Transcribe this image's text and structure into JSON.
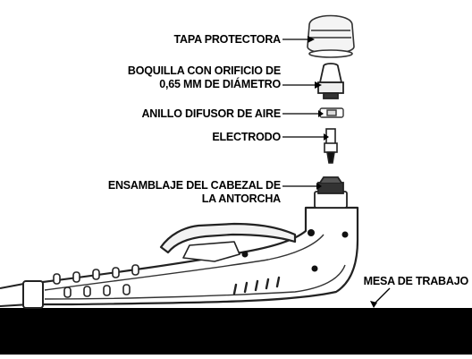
{
  "labels": {
    "cap": "TAPA PROTECTORA",
    "nozzle_line1": "BOQUILLA CON ORIFICIO DE",
    "nozzle_line2": "0,65 MM DE DIÁMETRO",
    "swirl_ring": "ANILLO DIFUSOR DE AIRE",
    "electrode": "ELECTRODO",
    "head_line1": "ENSAMBLAJE DEL CABEZAL DE",
    "head_line2": "LA ANTORCHA",
    "table": "MESA DE TRABAJO"
  }
}
